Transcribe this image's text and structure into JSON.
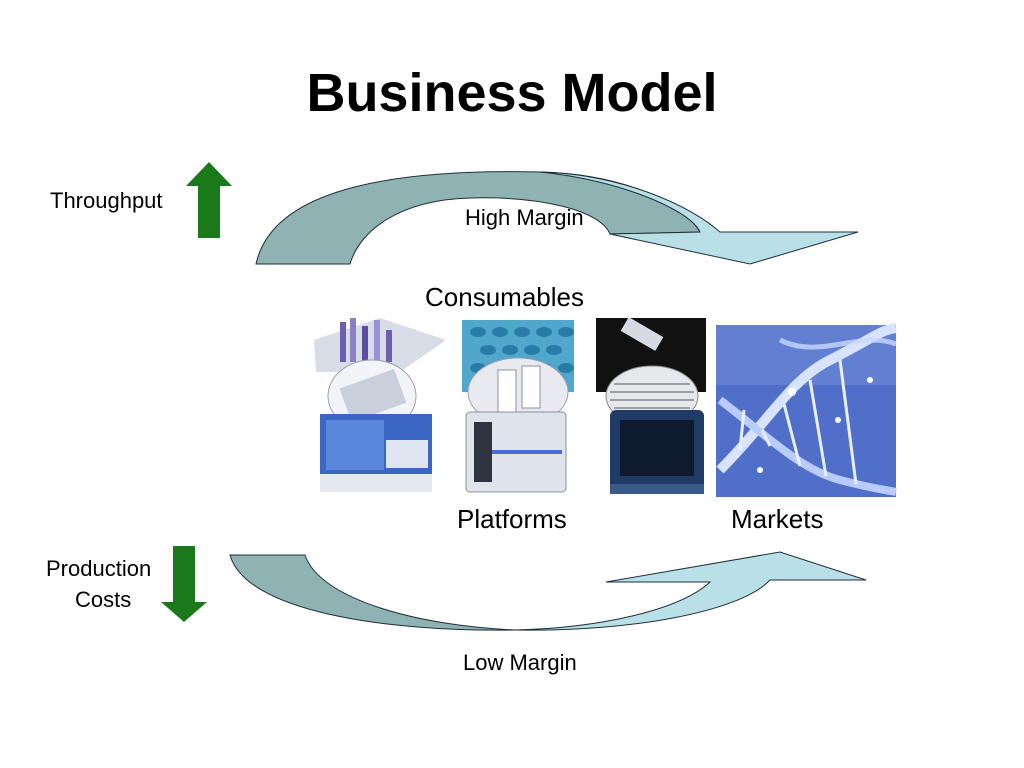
{
  "slide": {
    "title": "Business Model"
  },
  "left_labels": {
    "throughput": "Throughput",
    "production_line1": "Production",
    "production_line2": "Costs"
  },
  "arrow_labels": {
    "top": "High Margin",
    "bottom": "Low Margin"
  },
  "section_labels": {
    "consumables": "Consumables",
    "platforms": "Platforms",
    "markets": "Markets"
  },
  "colors": {
    "up_arrow": "#1a7a1a",
    "down_arrow": "#1a7a1a",
    "curve_dark": "#8fb3b3",
    "curve_light": "#b9e0e6",
    "curve_stroke": "#1f2f3a"
  },
  "icons": [
    "up-arrow-icon",
    "down-arrow-icon",
    "curved-arrow-icon",
    "dna-helix-image",
    "sequencer-image"
  ]
}
